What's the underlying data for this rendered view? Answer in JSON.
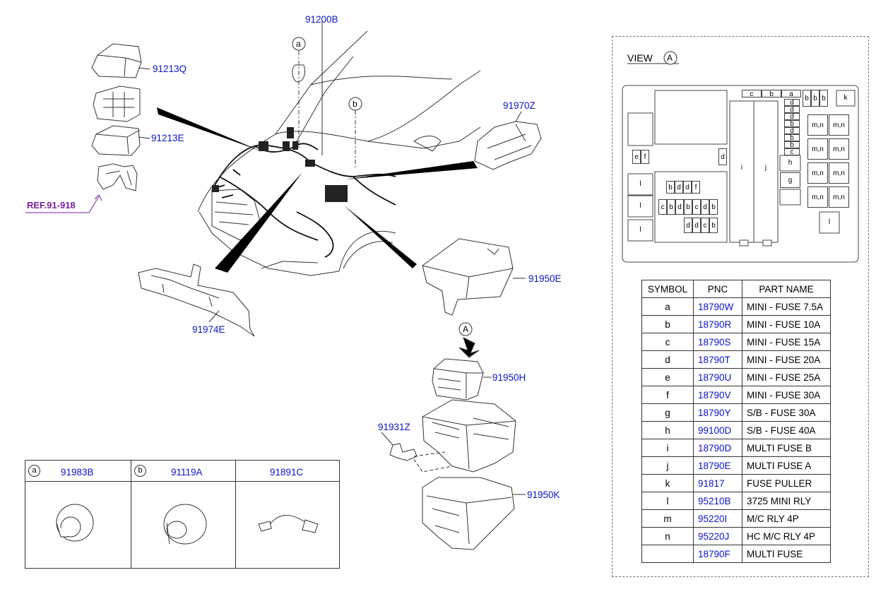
{
  "labels": {
    "p91200B": "91200B",
    "p91213Q": "91213Q",
    "p91213E": "91213E",
    "ref": "REF.91-918",
    "p91970Z": "91970Z",
    "p91950E": "91950E",
    "p91974E": "91974E",
    "p91950H": "91950H",
    "p91931Z": "91931Z",
    "p91950K": "91950K",
    "callout_a": "a",
    "callout_b": "b",
    "callout_A": "A"
  },
  "inset": {
    "cols": [
      {
        "symbol": "a",
        "pnc": "91983B"
      },
      {
        "symbol": "b",
        "pnc": "91119A"
      },
      {
        "symbol": "",
        "pnc": "91891C"
      }
    ]
  },
  "view": {
    "title": "VIEW",
    "circle": "A",
    "top_row": [
      "c",
      "b",
      "a"
    ],
    "right_top": [
      "b",
      "b",
      "b"
    ],
    "k": "k",
    "left_col": [
      "d",
      "d",
      "d",
      "b",
      "d",
      "b",
      "b",
      "c"
    ],
    "ef": [
      "e",
      "f"
    ],
    "d_single": "d",
    "i": "i",
    "j": "j",
    "h": "h",
    "g": "g",
    "l_left": [
      "l",
      "l",
      "l"
    ],
    "l_right": "l",
    "mn": [
      "m,n",
      "m,n",
      "m,n",
      "m,n",
      "m,n",
      "m,n",
      "m,n",
      "m,n"
    ],
    "grid_row1": [
      "b",
      "d",
      "d",
      "f"
    ],
    "grid_row2": [
      "c",
      "b",
      "d",
      "b",
      "c",
      "d",
      "b"
    ],
    "grid_row3": [
      "d",
      "d",
      "c",
      "b"
    ]
  },
  "table": {
    "headers": [
      "SYMBOL",
      "PNC",
      "PART NAME"
    ],
    "rows": [
      {
        "symbol": "a",
        "pnc": "18790W",
        "name": "MINI - FUSE 7.5A"
      },
      {
        "symbol": "b",
        "pnc": "18790R",
        "name": "MINI - FUSE 10A"
      },
      {
        "symbol": "c",
        "pnc": "18790S",
        "name": "MINI - FUSE 15A"
      },
      {
        "symbol": "d",
        "pnc": "18790T",
        "name": "MINI - FUSE 20A"
      },
      {
        "symbol": "e",
        "pnc": "18790U",
        "name": "MINI - FUSE 25A"
      },
      {
        "symbol": "f",
        "pnc": "18790V",
        "name": "MINI - FUSE 30A"
      },
      {
        "symbol": "g",
        "pnc": "18790Y",
        "name": "S/B - FUSE 30A"
      },
      {
        "symbol": "h",
        "pnc": "99100D",
        "name": "S/B - FUSE 40A"
      },
      {
        "symbol": "i",
        "pnc": "18790D",
        "name": "MULTI FUSE B"
      },
      {
        "symbol": "j",
        "pnc": "18790E",
        "name": "MULTI FUSE A"
      },
      {
        "symbol": "k",
        "pnc": "91817",
        "name": "FUSE PULLER"
      },
      {
        "symbol": "l",
        "pnc": "95210B",
        "name": "3725 MINI RLY"
      },
      {
        "symbol": "m",
        "pnc": "95220I",
        "name": "M/C RLY 4P"
      },
      {
        "symbol": "n",
        "pnc": "95220J",
        "name": "HC M/C RLY 4P"
      },
      {
        "symbol": "",
        "pnc": "18790F",
        "name": "MULTI FUSE"
      }
    ]
  }
}
